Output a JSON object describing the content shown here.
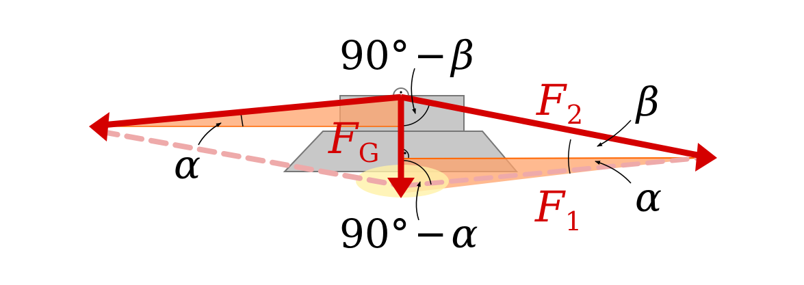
{
  "colors": {
    "force_red": "#d40000",
    "fill_orange": "#ffa36b",
    "fill_yellow": "#fff1a8",
    "body_gray": "#c8c8c8",
    "body_stroke": "#777777",
    "dashed_pink": "#eeaaaa",
    "thin_orange": "#ff6600"
  },
  "labels": {
    "angle_top": {
      "num": "90°",
      "minus": "−",
      "greek": "β"
    },
    "angle_bottom": {
      "num": "90°",
      "minus": "−",
      "greek": "α"
    },
    "alpha_left": "α",
    "alpha_right": "α",
    "beta_right": "β",
    "force_gravity": {
      "letter": "F",
      "sub": "G"
    },
    "force_two": {
      "letter": "F",
      "sub": "2"
    },
    "force_one": {
      "letter": "F",
      "sub": "1"
    }
  }
}
